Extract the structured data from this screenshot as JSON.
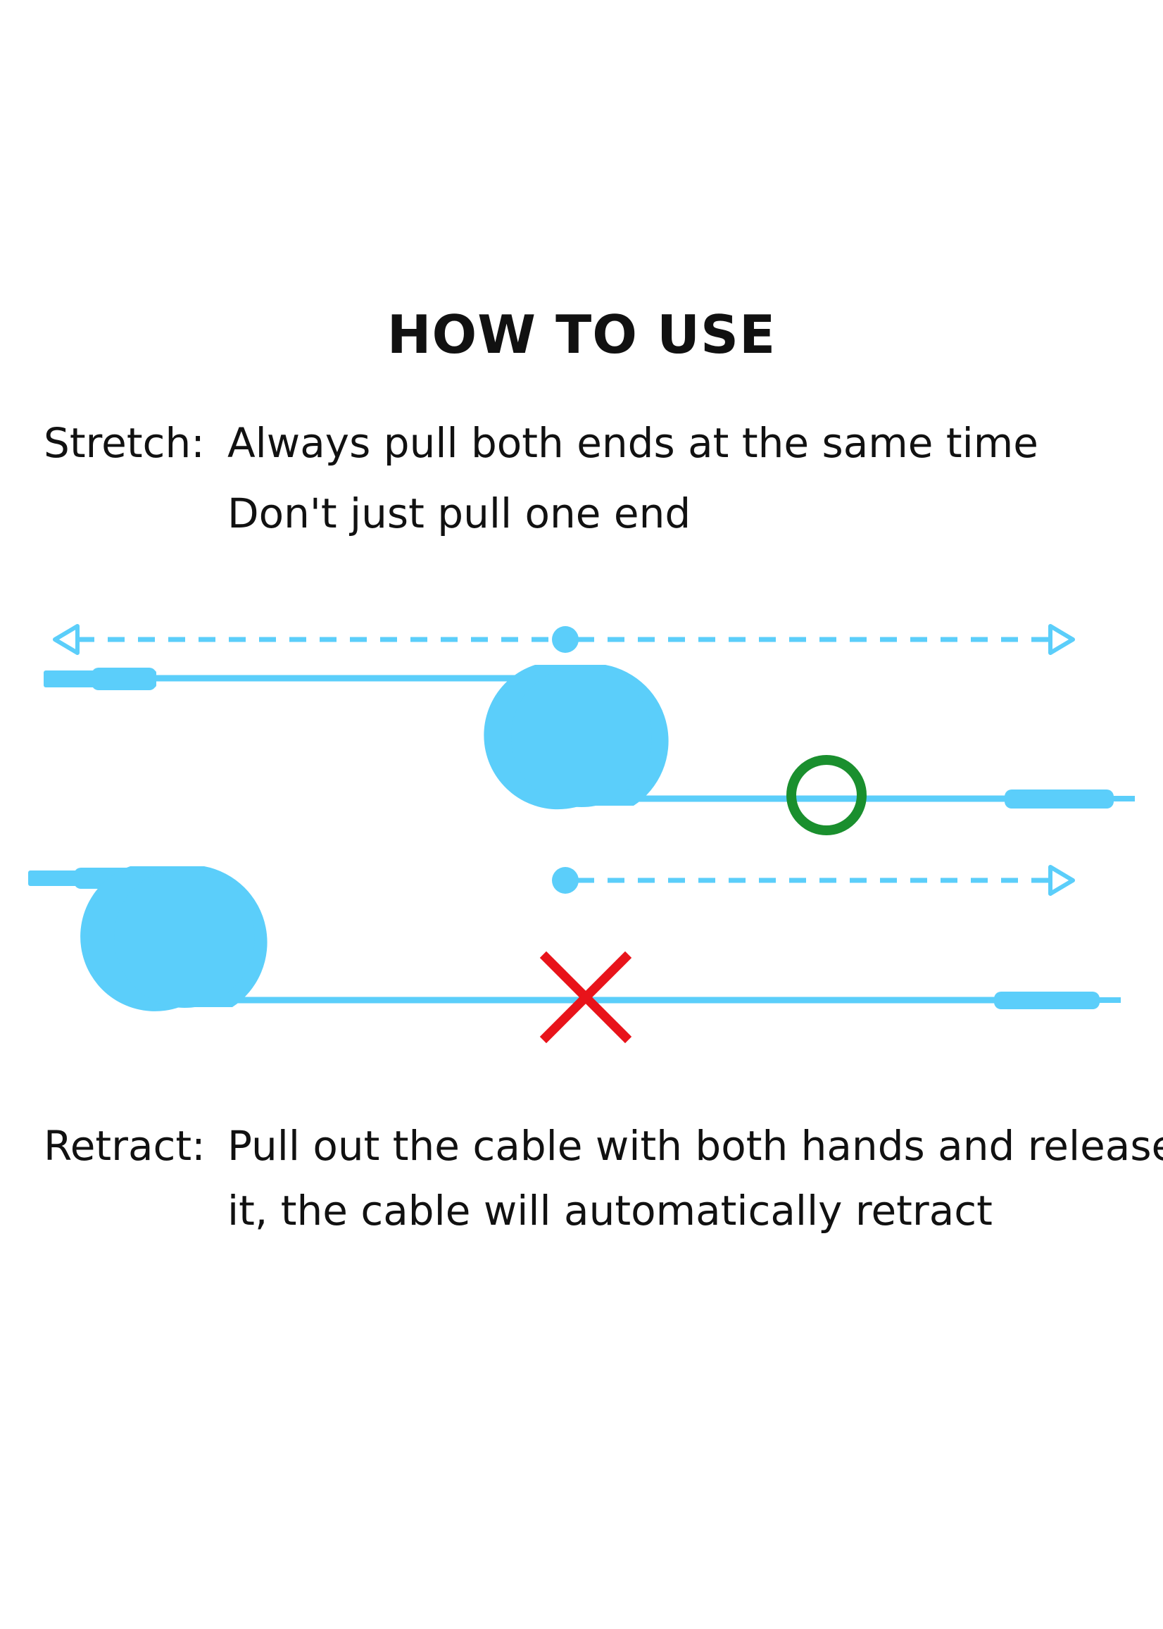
{
  "title": "HOW TO USE",
  "stretch": {
    "label": "Stretch:",
    "lines": [
      "Always pull both ends at the same time",
      "Don't just pull one end"
    ]
  },
  "retract": {
    "label": "Retract:",
    "lines": [
      "Pull out the cable with both hands and release",
      "it, the cable will automatically retract"
    ]
  },
  "colors": {
    "cable": "#5BCEFA",
    "correct": "#1A8F2E",
    "wrong": "#E8131A"
  },
  "icons": {
    "correct": "circle-check-icon",
    "wrong": "cross-icon"
  }
}
